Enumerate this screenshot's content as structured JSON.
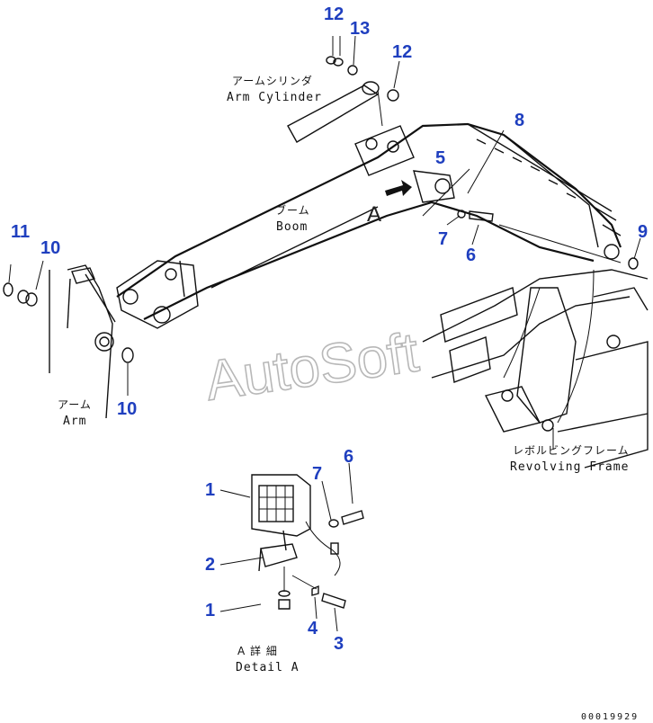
{
  "labels": {
    "arm_cylinder_jp": "アームシリンダ",
    "arm_cylinder_en": "Arm Cylinder",
    "boom_jp": "ブーム",
    "boom_en": "Boom",
    "arm_jp": "アーム",
    "arm_en": "Arm",
    "revolving_frame_jp": "レボルビングフレーム",
    "revolving_frame_en": "Revolving Frame",
    "detail_jp": "A 詳 細",
    "detail_en": "Detail A",
    "view_mark": "A"
  },
  "callouts": {
    "c12a": "12",
    "c13": "13",
    "c12b": "12",
    "c8": "8",
    "c5": "5",
    "c7a": "7",
    "c6a": "6",
    "c9": "9",
    "c11": "11",
    "c10a": "10",
    "c10b": "10",
    "c1a": "1",
    "c7b": "7",
    "c6b": "6",
    "c2": "2",
    "c1b": "1",
    "c4": "4",
    "c3": "3"
  },
  "watermark": "AutoSoft",
  "drawing_code": "00019929",
  "colors": {
    "callout": "#1f3fbf",
    "line": "#111111",
    "watermark": "#b8b8b8"
  }
}
